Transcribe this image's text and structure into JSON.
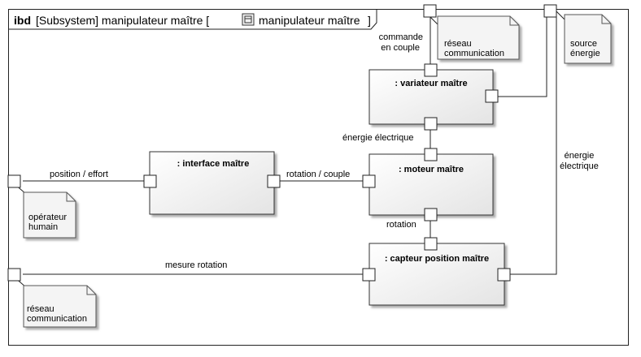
{
  "diagram": {
    "kind": "ibd",
    "title_context": "[Subsystem] manipulateur maître [",
    "title_name": "manipulateur maître",
    "title_end": "]"
  },
  "blocks": {
    "variateur": ": variateur maître",
    "moteur": ": moteur maître",
    "interface": ": interface maître",
    "capteur": ": capteur position maître"
  },
  "notes": {
    "reseau_top": [
      "réseau",
      "communication"
    ],
    "source": [
      "source",
      "énergie"
    ],
    "operateur": [
      "opérateur",
      "humain"
    ],
    "reseau_bottom": [
      "réseau",
      "communication"
    ]
  },
  "connectors": {
    "commande": [
      "commande",
      "en couple"
    ],
    "energie_elec_inner": "énergie électrique",
    "energie_elec_outer": [
      "énergie",
      "électrique"
    ],
    "position_effort": "position / effort",
    "rotation_couple": "rotation / couple",
    "rotation": "rotation",
    "mesure_rotation": "mesure rotation"
  }
}
